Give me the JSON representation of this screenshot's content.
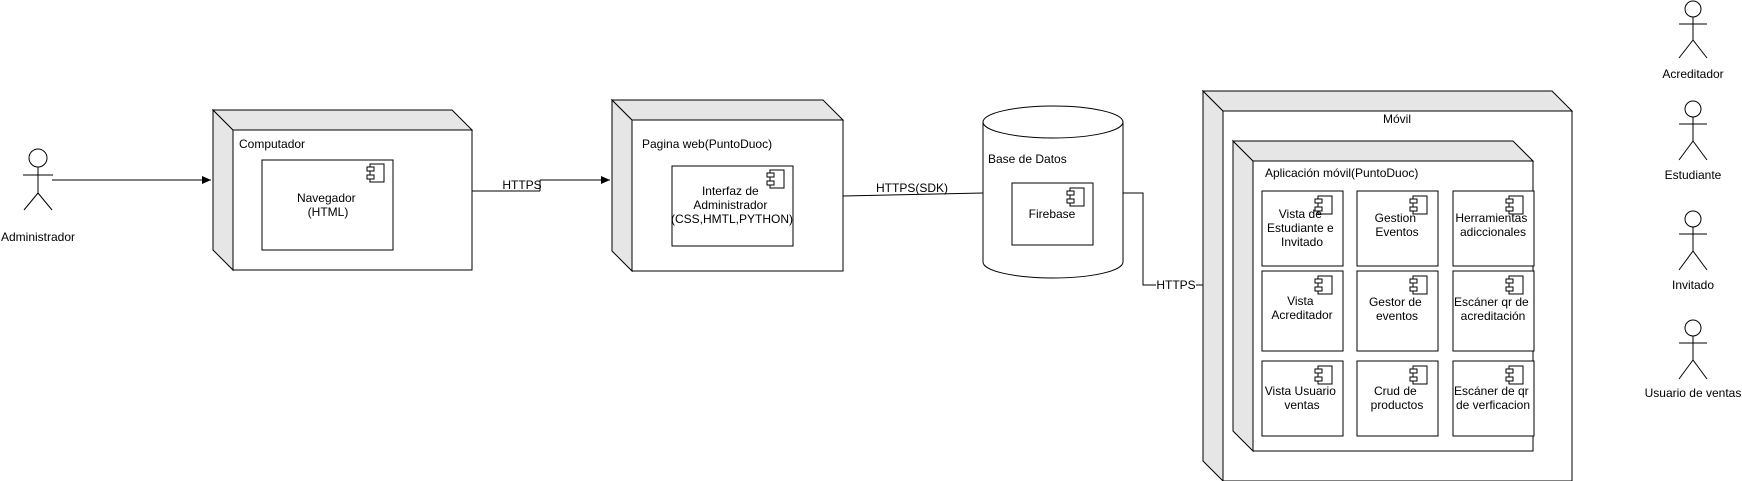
{
  "actors": {
    "administrador": "Administrador",
    "acreditador": "Acreditador",
    "estudiante": "Estudiante",
    "invitado": "Invitado",
    "usuario_ventas": "Usuario de ventas"
  },
  "nodes": {
    "computador": "Computador",
    "pagina_web": "Pagina web(PuntoDuoc)",
    "base_datos": "Base de Datos",
    "movil": "Móvil",
    "aplicacion_movil": "Aplicación móvil(PuntoDuoc)"
  },
  "components": {
    "navegador": [
      "Navegador",
      "(HTML)"
    ],
    "interfaz": [
      "Interfaz de",
      "Administrador",
      "(CSS,HMTL,PYTHON)"
    ],
    "firebase": [
      "Firebase"
    ],
    "vista_estudiante": [
      "Vista de",
      "Estudiante e",
      "Invitado"
    ],
    "gestion_eventos": [
      "Gestion",
      "Eventos"
    ],
    "herramientas": [
      "Herramientas",
      "adiccionales"
    ],
    "vista_acreditador": [
      "Vista",
      "Acreditador"
    ],
    "gestor_eventos": [
      "Gestor de",
      "eventos"
    ],
    "escaner_acreditacion": [
      "Escáner qr de",
      "acreditación"
    ],
    "vista_usuario_ventas": [
      "Vista Usuario",
      "ventas"
    ],
    "crud_productos": [
      "Crud de",
      "productos"
    ],
    "escaner_verificacion": [
      "Escáner de qr",
      "de verficacion"
    ]
  },
  "connections": {
    "https_1": "HTTPS",
    "https_sdk": "HTTPS(SDK)",
    "https_2": "HTTPS"
  }
}
